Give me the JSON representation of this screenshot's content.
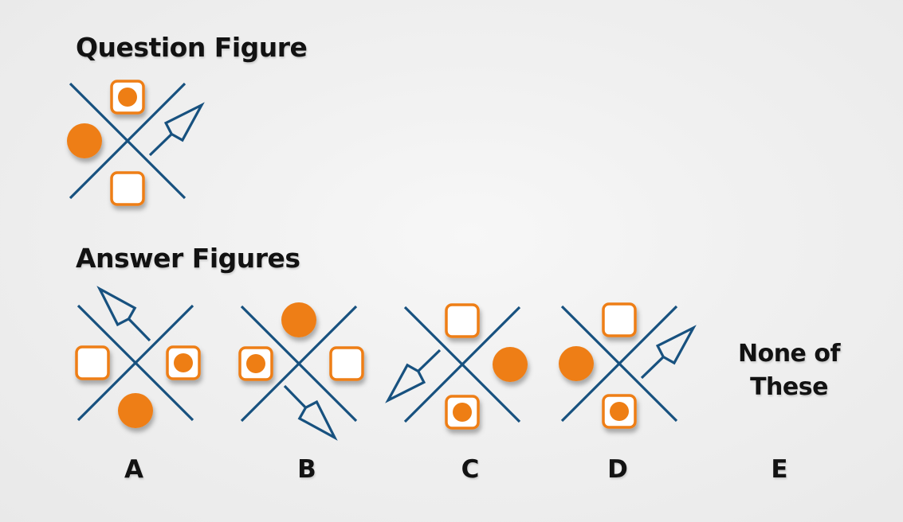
{
  "colors": {
    "orange": "#EE7E14",
    "navy": "#17517F",
    "text": "#121212",
    "background": "#ECECEC"
  },
  "question": {
    "title": "Question Figure",
    "figure": {
      "top": "square-dot",
      "left": "circle",
      "bottom": "square",
      "right": "arrow-ne"
    }
  },
  "answers": {
    "title": "Answer Figures",
    "options": [
      {
        "label": "A",
        "figure": {
          "top": "arrow-nw",
          "left": "square",
          "right": "square-dot",
          "bottom": "circle"
        }
      },
      {
        "label": "B",
        "figure": {
          "top": "circle",
          "left": "square-dot",
          "right": "square",
          "bottom": "arrow-se"
        }
      },
      {
        "label": "C",
        "figure": {
          "top": "square",
          "left": "arrow-sw",
          "right": "circle",
          "bottom": "square-dot"
        }
      },
      {
        "label": "D",
        "figure": {
          "top": "square",
          "left": "circle",
          "right": "arrow-ne",
          "bottom": "square-dot"
        }
      },
      {
        "label": "E",
        "text": "None of These"
      }
    ]
  },
  "shape_legend": {
    "square": "white square with orange border",
    "square-dot": "white square with orange dot inside",
    "circle": "solid orange circle",
    "arrow-ne": "open arrow pointing up-right",
    "arrow-nw": "open arrow pointing up-left",
    "arrow-se": "open arrow pointing down-right",
    "arrow-sw": "open arrow pointing down-left",
    "cross": "two crossed diagonal lines"
  }
}
